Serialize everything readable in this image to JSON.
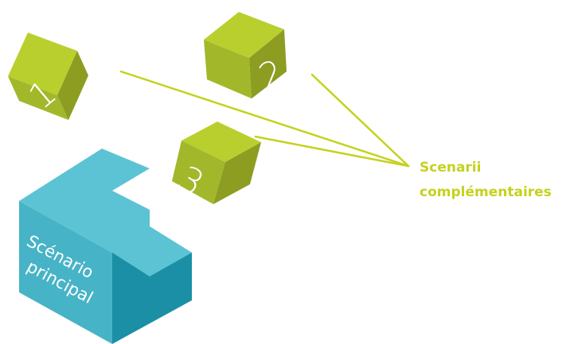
{
  "colors": {
    "green_top": "#b9cf2e",
    "green_left": "#a3b72b",
    "green_right": "#8c9d22",
    "teal_top": "#5cc3d4",
    "teal_left": "#47b3c6",
    "teal_right": "#1a8fa6",
    "line": "#c4d21e",
    "label": "#c4d21e",
    "text_on_shape": "#ffffff"
  },
  "cubes": [
    {
      "label": "1"
    },
    {
      "label": "2"
    },
    {
      "label": "3"
    }
  ],
  "main_block": {
    "line1": "Scénario",
    "line2": "principal"
  },
  "callout": {
    "line1": "Scenarii",
    "line2": "complémentaires"
  }
}
